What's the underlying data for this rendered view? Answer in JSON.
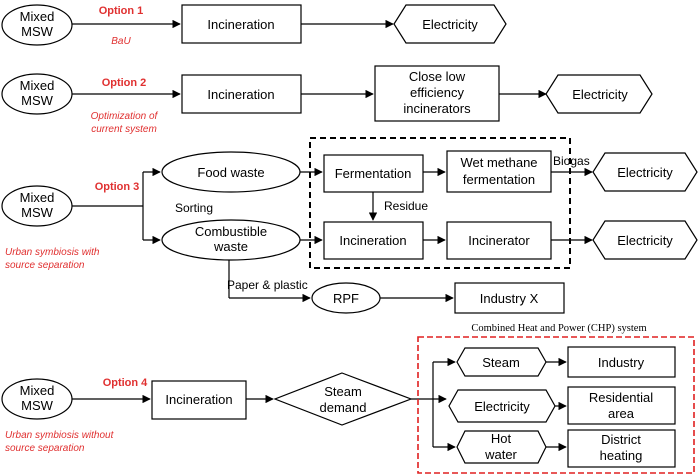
{
  "options": [
    {
      "label": "Option 1",
      "desc": [
        "BaU"
      ]
    },
    {
      "label": "Option 2",
      "desc": [
        "Optimization of",
        "current system"
      ]
    },
    {
      "label": "Option 3",
      "desc": [
        "Urban symbiosis with",
        "source separation"
      ]
    },
    {
      "label": "Option 4",
      "desc": [
        "Urban symbiosis without",
        "source separation"
      ]
    }
  ],
  "nodes": {
    "mixed_msw": [
      "Mixed",
      "MSW"
    ],
    "incineration": "Incineration",
    "electricity": "Electricity",
    "close_low": [
      "Close low",
      "efficiency",
      "incinerators"
    ],
    "food_waste": "Food waste",
    "combustible_waste": [
      "Combustible",
      "waste"
    ],
    "fermentation": "Fermentation",
    "wet_methane": [
      "Wet methane",
      "fermentation"
    ],
    "incinerator": "Incinerator",
    "rpf": "RPF",
    "industry_x": "Industry X",
    "steam_demand": [
      "Steam",
      "demand"
    ],
    "steam": "Steam",
    "hot_water": [
      "Hot",
      "water"
    ],
    "industry": "Industry",
    "residential_area": [
      "Residential",
      "area"
    ],
    "district_heating": [
      "District",
      "heating"
    ]
  },
  "edge_labels": {
    "sorting": "Sorting",
    "residue": "Residue",
    "biogas": "Biogas",
    "paper_plastic": "Paper & plastic"
  },
  "chp_title": "Combined Heat and Power (CHP) system"
}
